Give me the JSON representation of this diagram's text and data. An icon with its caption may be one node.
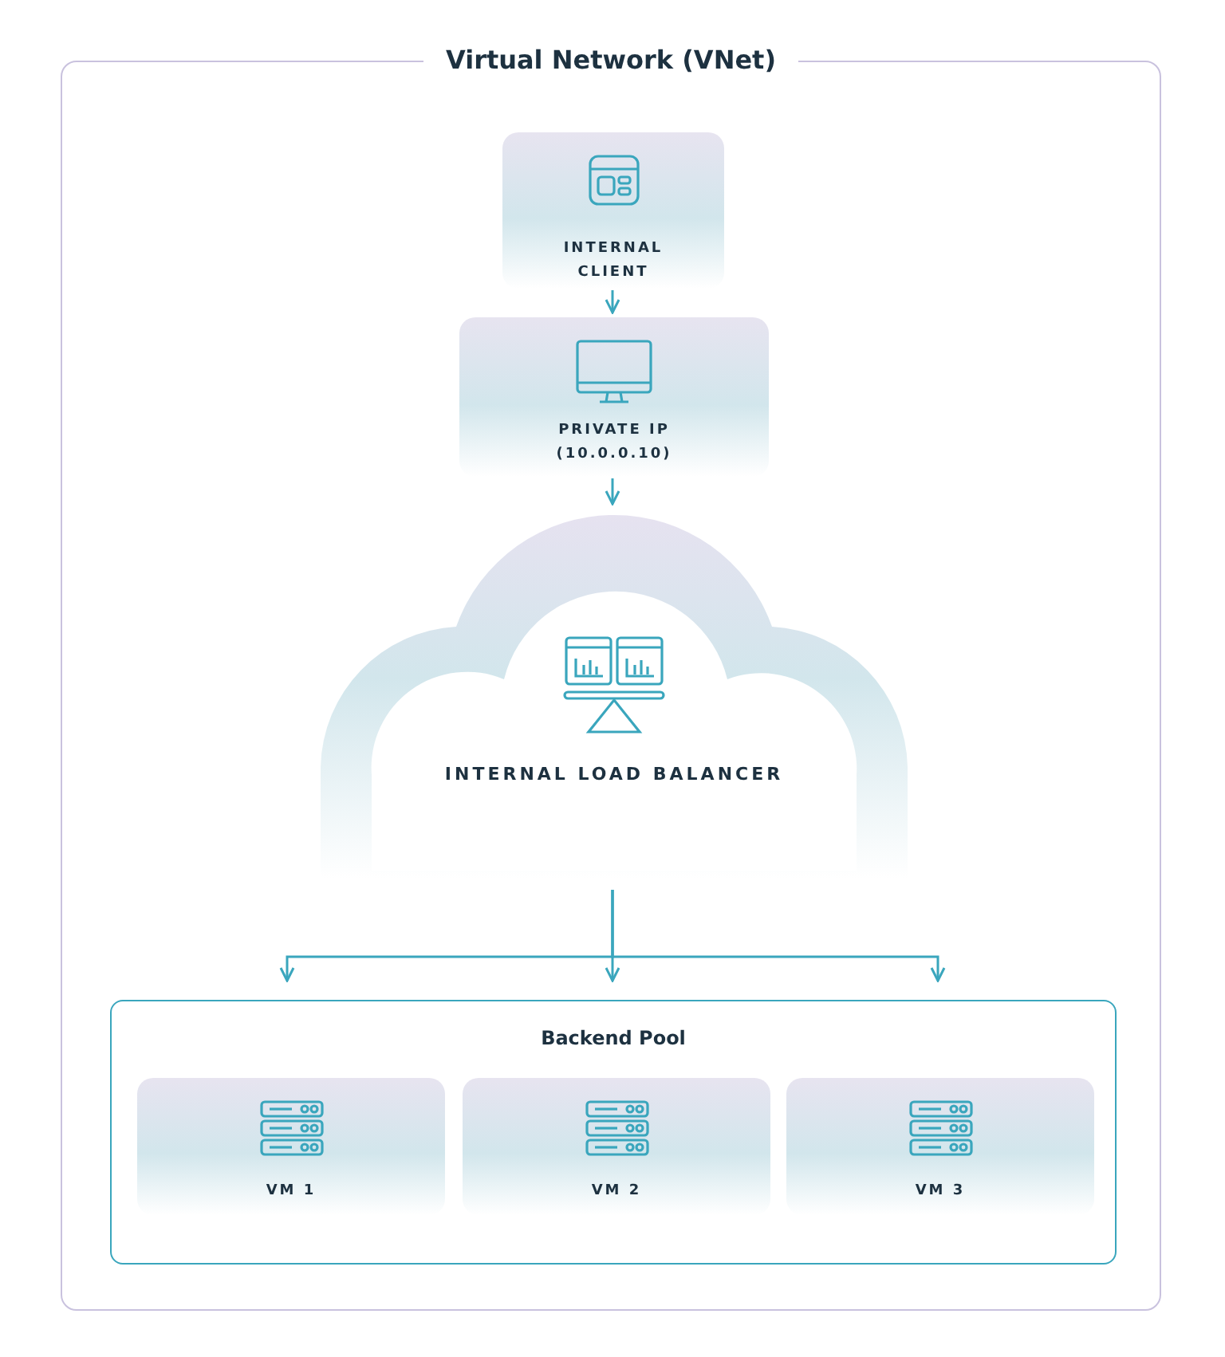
{
  "diagram": {
    "nodes": [
      {
        "text": [
          "Virtual Network (VNet)"
        ]
      },
      {
        "text": [
          "INTERNAL CLIENT"
        ],
        "in": 0
      },
      {
        "text": [
          "PRIVATE IP (10.0.0.10)"
        ],
        "in": 0
      },
      {
        "text": [
          "INTERNAL LOAD BALANCER"
        ],
        "in": 0
      },
      {
        "text": [
          "Backend Pool"
        ],
        "in": 0
      },
      {
        "text": [
          "VM 1"
        ],
        "in": 4
      },
      {
        "text": [
          "VM 2"
        ],
        "in": 4
      },
      {
        "text": [
          "VM 3"
        ],
        "in": 4
      }
    ],
    "edges": [
      {
        "from": 1,
        "to": 2,
        "arrow": "to"
      },
      {
        "from": 2,
        "to": 3,
        "arrow": "to"
      },
      {
        "from": 3,
        "to": 4,
        "arrow": "to"
      },
      {
        "from": 3,
        "to": 4,
        "arrow": "to"
      },
      {
        "from": 3,
        "to": 4,
        "arrow": "to"
      }
    ]
  }
}
